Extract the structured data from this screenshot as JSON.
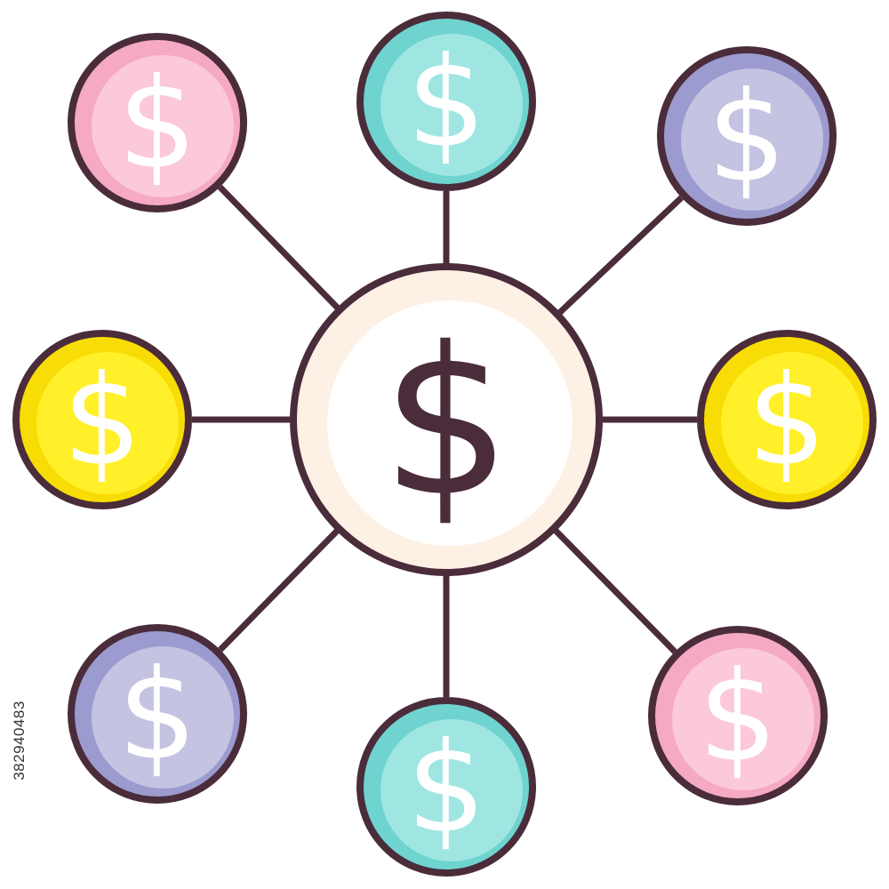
{
  "colors": {
    "outline": "#4a2c3b",
    "center_fill": "#ffffff",
    "center_ring": "#fdf0e4",
    "pink_rim": "#f5a9c2",
    "pink_fill": "#fcc8dc",
    "teal_rim": "#6fd3cf",
    "teal_fill": "#9fe6e2",
    "lavender_rim": "#9c9bcf",
    "lavender_fill": "#c4c3e2",
    "yellow_rim": "#f8dc05",
    "yellow_fill": "#fff029",
    "symbol_light": "#ffffff"
  },
  "hub": {
    "name": "dollar-hub",
    "icon": "dollar-sign-icon",
    "symbol": "$"
  },
  "coins": [
    {
      "name": "coin-top-left",
      "color": "pink",
      "symbol": "$",
      "icon": "dollar-sign-icon"
    },
    {
      "name": "coin-top",
      "color": "teal",
      "symbol": "$",
      "icon": "dollar-sign-icon"
    },
    {
      "name": "coin-top-right",
      "color": "lavender",
      "symbol": "$",
      "icon": "dollar-sign-icon"
    },
    {
      "name": "coin-left",
      "color": "yellow",
      "symbol": "$",
      "icon": "dollar-sign-icon"
    },
    {
      "name": "coin-right",
      "color": "yellow",
      "symbol": "$",
      "icon": "dollar-sign-icon"
    },
    {
      "name": "coin-bottom-left",
      "color": "lavender",
      "symbol": "$",
      "icon": "dollar-sign-icon"
    },
    {
      "name": "coin-bottom",
      "color": "teal",
      "symbol": "$",
      "icon": "dollar-sign-icon"
    },
    {
      "name": "coin-bottom-right",
      "color": "pink",
      "symbol": "$",
      "icon": "dollar-sign-icon"
    }
  ],
  "stock_id": "382940483"
}
